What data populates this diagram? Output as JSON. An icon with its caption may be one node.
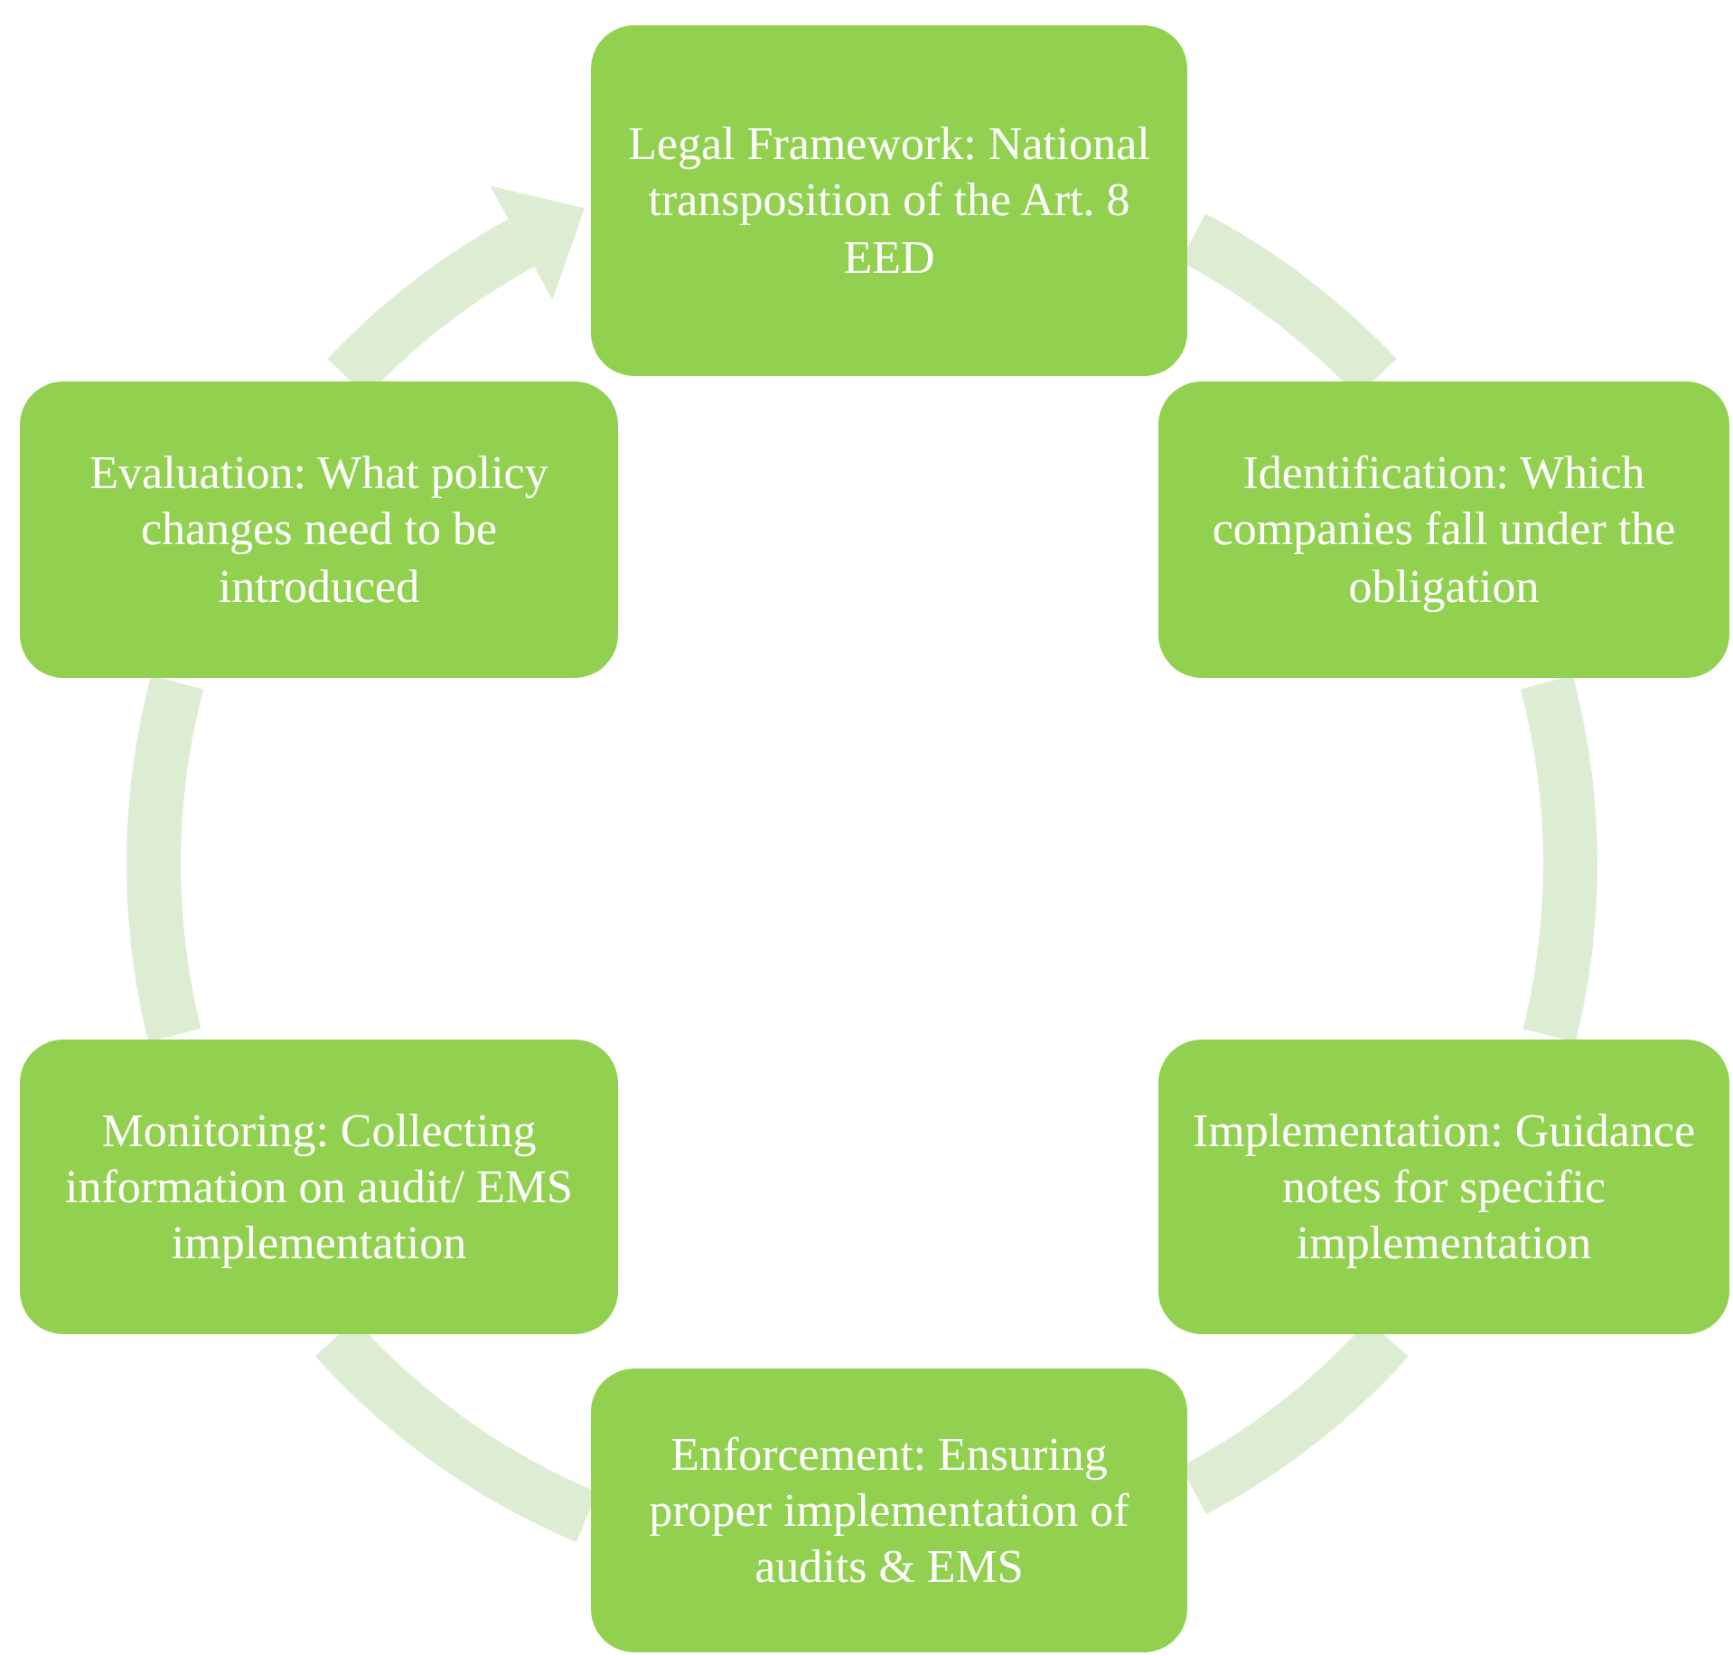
{
  "diagram": {
    "nodes": [
      {
        "text": [
          "Legal Framework: National transposition of the Art. 8 EED"
        ]
      },
      {
        "text": [
          "Identification: Which companies fall under the obligation"
        ]
      },
      {
        "text": [
          "Implementation: Guidance notes for specific implementation"
        ]
      },
      {
        "text": [
          "Enforcement: Ensuring proper implementation of audits & EMS"
        ]
      },
      {
        "text": [
          "Monitoring: Collecting information on audit/ EMS implementation"
        ]
      },
      {
        "text": [
          "Evaluation: What policy changes need to be introduced"
        ]
      }
    ],
    "edges": [
      {
        "from": 0,
        "to": 1,
        "arrow": "none"
      },
      {
        "from": 1,
        "to": 2,
        "arrow": "none"
      },
      {
        "from": 2,
        "to": 3,
        "arrow": "none"
      },
      {
        "from": 3,
        "to": 4,
        "arrow": "none"
      },
      {
        "from": 4,
        "to": 5,
        "arrow": "none"
      },
      {
        "from": 5,
        "to": 0,
        "arrow": "to"
      }
    ]
  }
}
